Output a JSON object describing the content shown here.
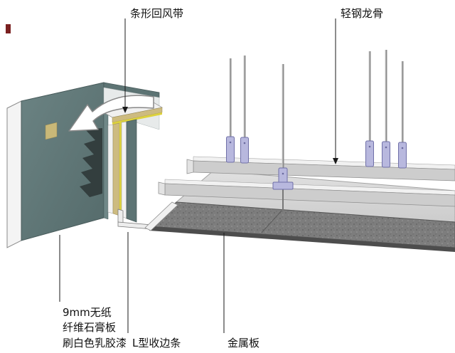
{
  "diagram": {
    "type": "axonometric ceiling construction detail",
    "callouts": {
      "return_air_strip": "条形回风带",
      "light_steel_keel": "轻钢龙骨",
      "gypsum_board_line1": "9mm无纸",
      "gypsum_board_line2": "纤维石膏板",
      "gypsum_board_line3": "刷白色乳胶漆",
      "l_edge_trim": "L型收边条",
      "metal_panel": "金属板"
    },
    "colors": {
      "panel_teal": "#5d7474",
      "wood_tan": "#cdbb80",
      "hanger_lavender": "#b8b8de",
      "metal_light_gray": "#d9d9d9",
      "metal_dark_speckled": "#7d7d7d",
      "accent_yellow": "#ddd23c",
      "corner_mark_red": "#7a2020"
    }
  }
}
